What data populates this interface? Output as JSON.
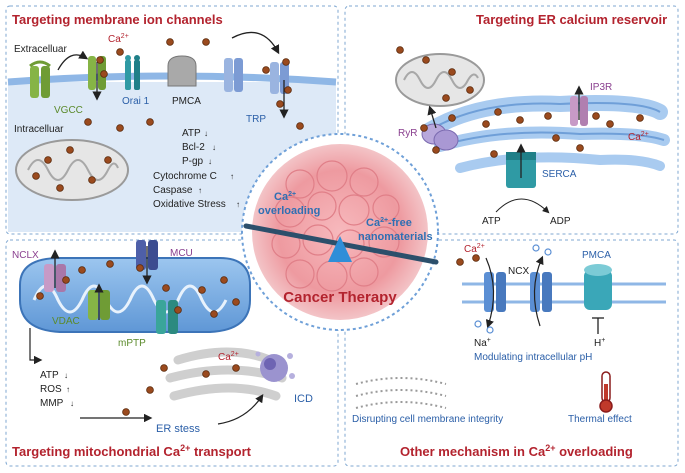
{
  "panels": {
    "membrane": {
      "title": "Targeting membrane ion channels",
      "extracellular": "Extracelluar",
      "intracellular": "Intracelluar",
      "ca": "Ca",
      "ca_sup": "2+",
      "vgcc": "VGCC",
      "orai": "Orai 1",
      "pmca": "PMCA",
      "trp": "TRP",
      "effects": [
        "ATP",
        "Bcl-2",
        "P-gp",
        "Cytochrome C",
        "Caspase",
        "Oxidative Stress"
      ]
    },
    "er": {
      "title": "Targeting ER calcium reservoir",
      "ip3r": "IP3R",
      "ryr": "RyR",
      "ca": "Ca",
      "ca_sup": "2+",
      "serca": "SERCA",
      "atp": "ATP",
      "adp": "ADP"
    },
    "mito": {
      "title": "Targeting mitochondrial Ca",
      "title_sup": "2+",
      "title_end": " transport",
      "nclx": "NCLX",
      "mcu": "MCU",
      "vdac": "VDAC",
      "mptp": "mPTP",
      "ca": "Ca",
      "ca_sup": "2+",
      "effects": [
        "ATP",
        "ROS",
        "MMP"
      ],
      "er_stress": "ER stess",
      "icd": "ICD"
    },
    "other": {
      "title": "Other mechanism in Ca",
      "title_sup": "2+",
      "title_end": " overloading",
      "ca": "Ca",
      "ca_sup": "2+",
      "ncx": "NCX",
      "pmca": "PMCA",
      "na": "Na",
      "na_sup": "+",
      "h": "H",
      "h_sup": "+",
      "ph": "Modulating intracellular pH",
      "membrane": "Disrupting cell membrane integrity",
      "thermal": "Thermal effect"
    }
  },
  "center": {
    "left_a": "Ca",
    "left_sup": "2+",
    "left_b": "overloading",
    "right_a": "Ca",
    "right_sup": "2+",
    "right_b": "-free",
    "right_c": "nanomaterials",
    "therapy": "Cancer Therapy"
  },
  "colors": {
    "title": "#b3232e",
    "ion": "#9a4a1e",
    "membrane": "#8fb7e6",
    "tumor": "#f0a0a6",
    "balance": "#2f6fb3",
    "panel_border": "#7fa7d1"
  }
}
